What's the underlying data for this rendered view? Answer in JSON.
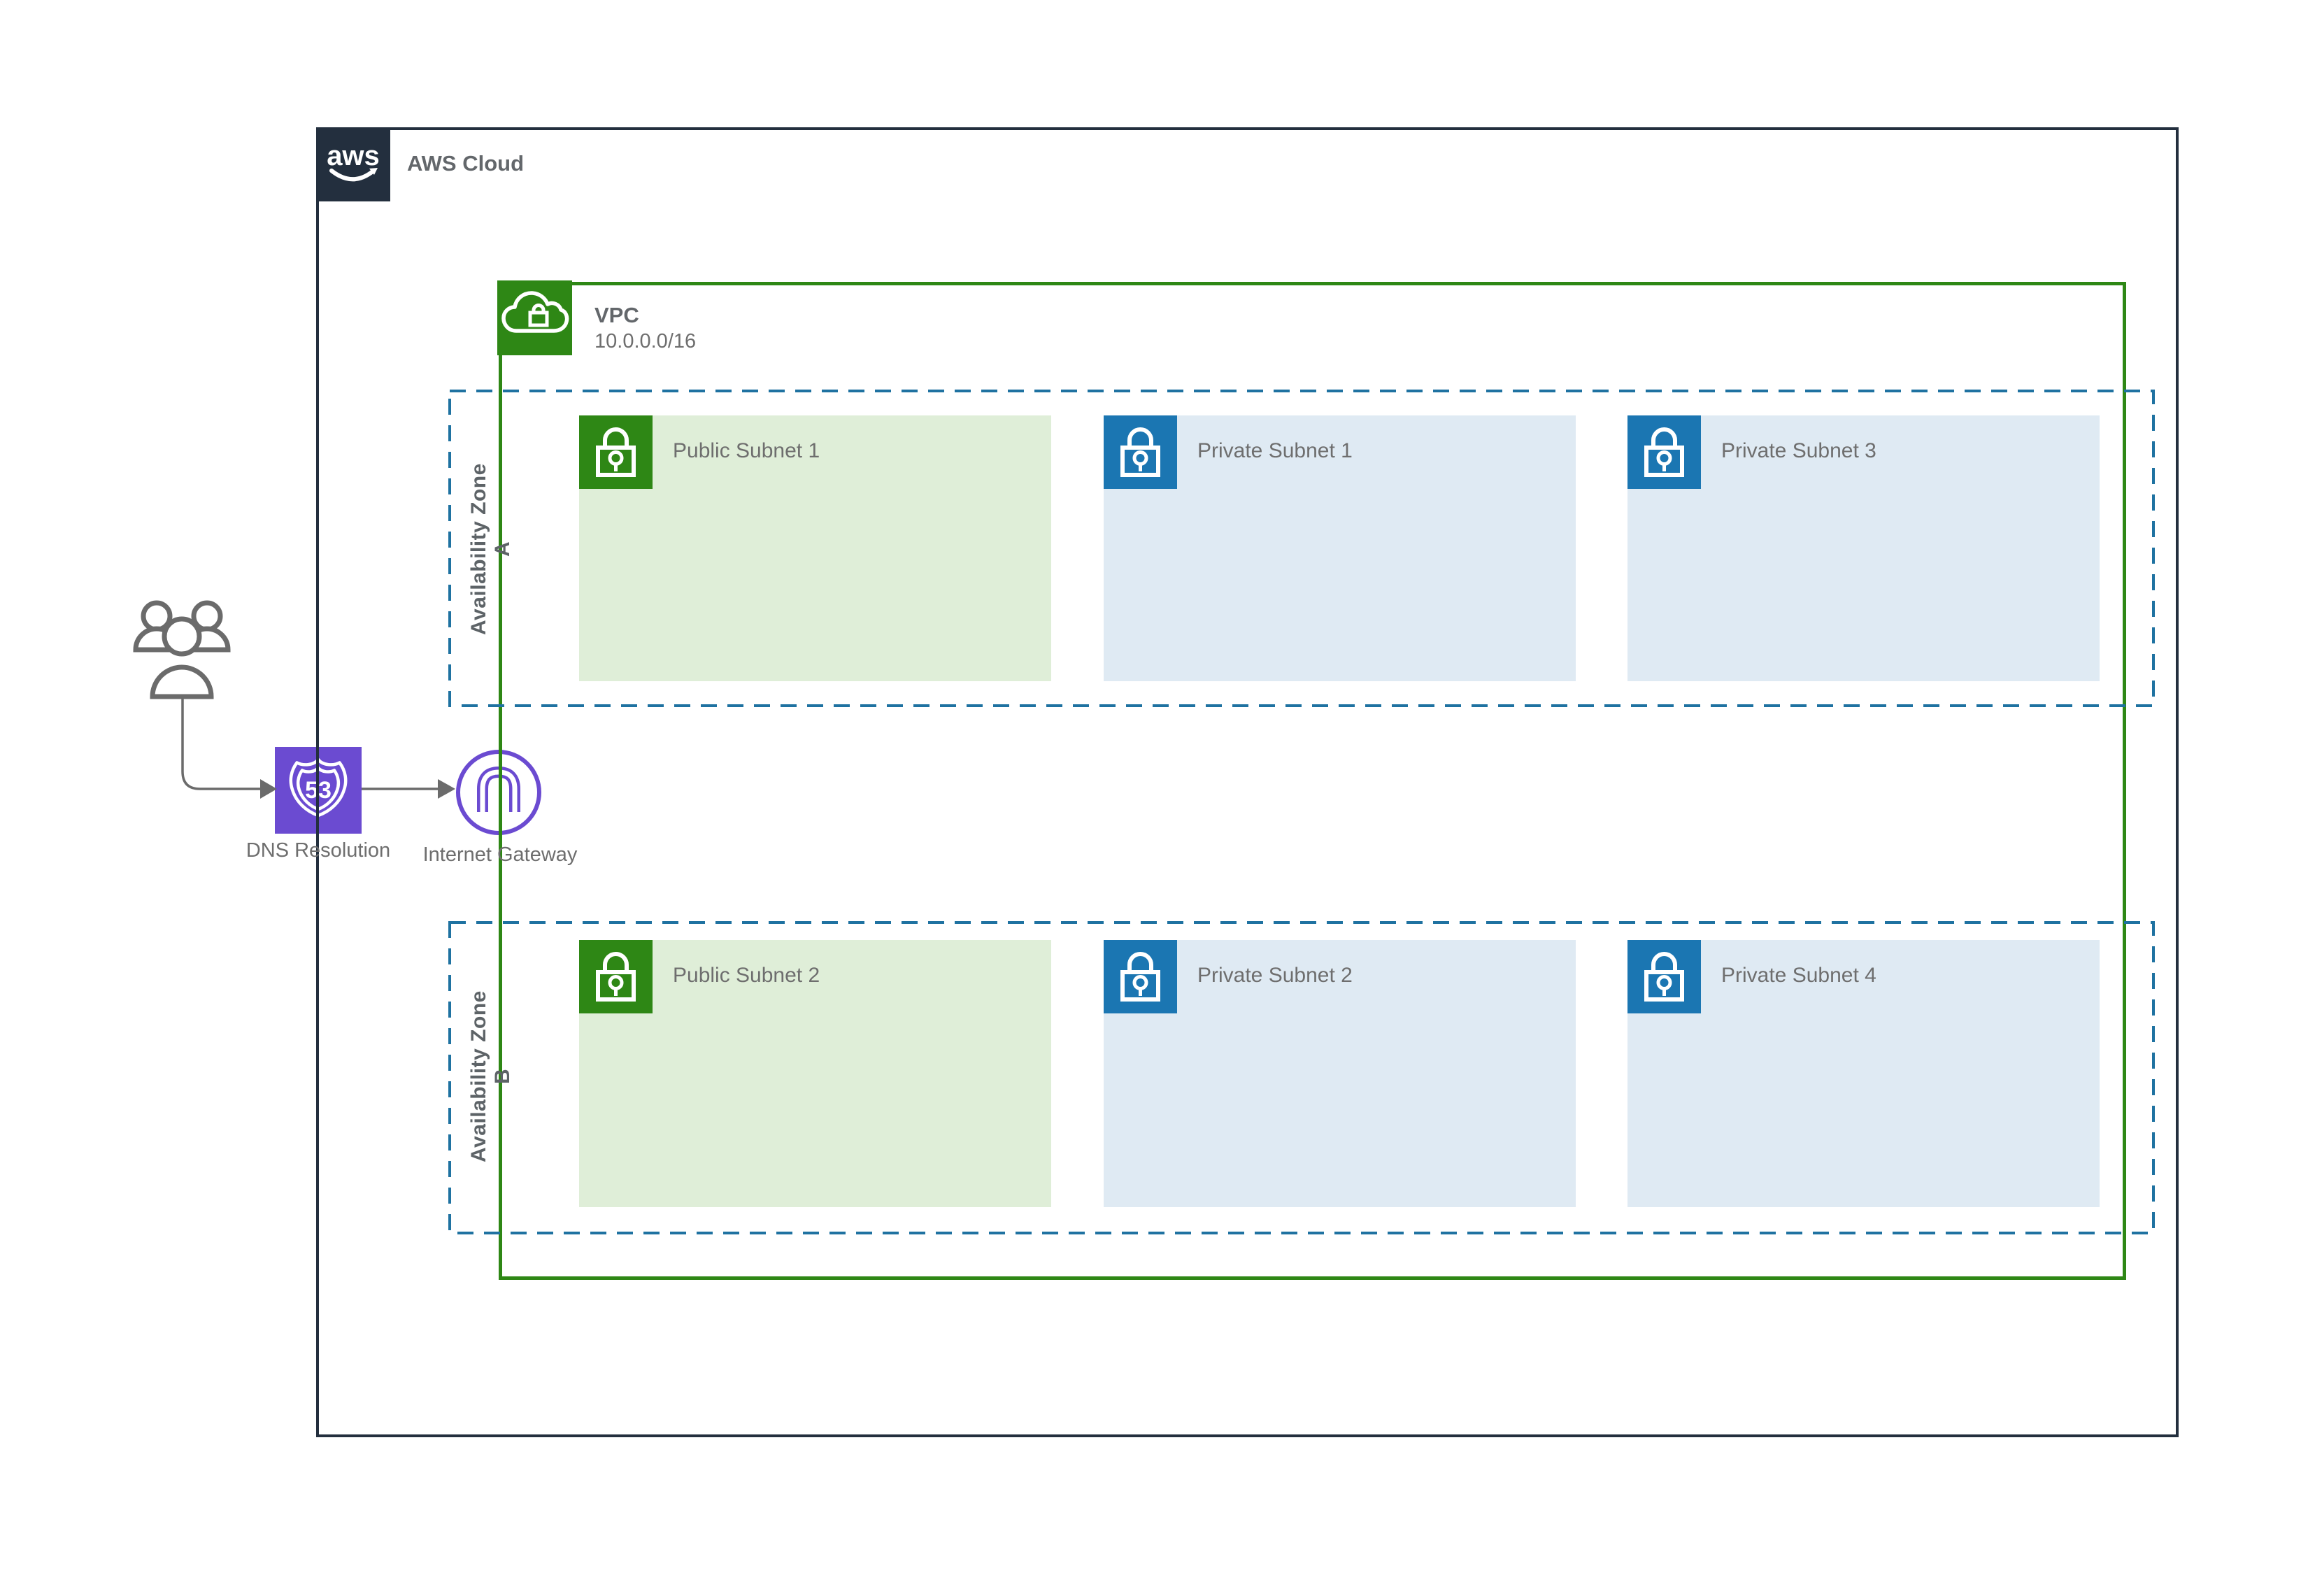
{
  "aws_cloud": {
    "label": "AWS Cloud"
  },
  "vpc": {
    "label": "VPC",
    "cidr": "10.0.0.0/16"
  },
  "zones": [
    {
      "label": "Availability Zone A",
      "subnets": [
        {
          "name": "Public Subnet 1",
          "type": "public"
        },
        {
          "name": "Private Subnet 1",
          "type": "private"
        },
        {
          "name": "Private Subnet 3",
          "type": "private"
        }
      ]
    },
    {
      "label": "Availability Zone B",
      "subnets": [
        {
          "name": "Public Subnet 2",
          "type": "public"
        },
        {
          "name": "Private Subnet 2",
          "type": "private"
        },
        {
          "name": "Private Subnet 4",
          "type": "private"
        }
      ]
    }
  ],
  "external": {
    "dns_label": "DNS Resolution",
    "dns_badge": "53",
    "igw_label": "Internet Gateway"
  },
  "logo": {
    "aws_text": "aws"
  },
  "colors": {
    "aws_dark": "#232F3E",
    "vpc_green": "#2E8715",
    "public_subnet_fill": "#DFEED8",
    "private_subnet_blue": "#1B76B2",
    "private_subnet_fill": "#DFEAF3",
    "az_dash_blue": "#1F72A1",
    "route53_purple": "#6B4BD1",
    "text_gray": "#6E6E6E",
    "arrow_gray": "#6B6B6B"
  }
}
